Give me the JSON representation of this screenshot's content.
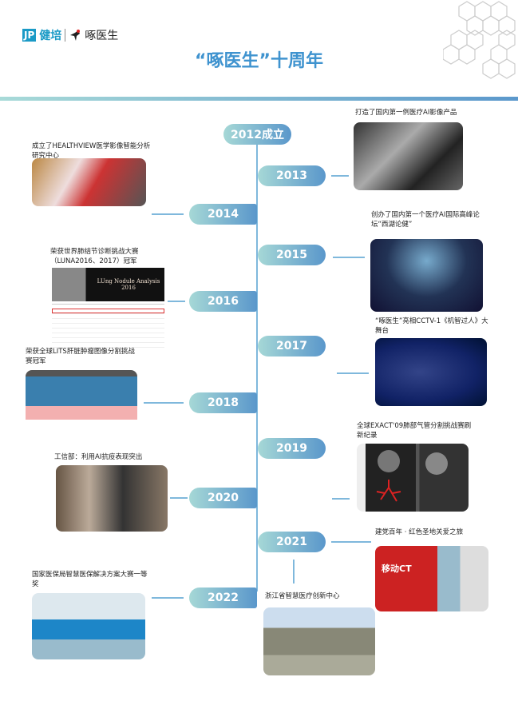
{
  "header": {
    "logo_jp": "JP",
    "logo_brand": "健培",
    "logo_product": "啄医生",
    "title": "“啄医生”十周年"
  },
  "timeline": {
    "start_label": "2012成立",
    "events": [
      {
        "year": "2013",
        "caption": "打造了国内第一例医疗AI影像产品"
      },
      {
        "year": "2014",
        "caption": "成立了HEALTHVIEW医学影像智能分析研究中心"
      },
      {
        "year": "2015",
        "caption": "创办了国内第一个医疗AI国际高峰论坛“西湖论健”"
      },
      {
        "year": "2016",
        "caption": "荣获世界肺结节诊断挑战大赛（LUNA2016、2017）冠军"
      },
      {
        "year": "2017",
        "caption": "“啄医生”亮相CCTV-1《机智过人》大舞台"
      },
      {
        "year": "2018",
        "caption": "荣获全球LITS肝脏肿瘤图像分割挑战赛冠军"
      },
      {
        "year": "2019",
        "caption": "全球EXACT'09肺部气管分割挑战赛刷新纪录"
      },
      {
        "year": "2020",
        "caption": "工信部：利用AI抗疫表现突出"
      },
      {
        "year": "2021",
        "caption": "建党百年 · 红色圣地关爱之旅"
      },
      {
        "year": "2022",
        "caption": "国家医保局智慧医保解决方案大赛一等奖"
      }
    ],
    "extra_caption": "浙江省智慧医疗创新中心",
    "luna_banner": "LUng Nodule Analysis 2016",
    "screen_text": "移动CT"
  },
  "colors": {
    "accent": "#3f93cf",
    "pill_start": "#a6d8d6",
    "pill_end": "#5a97cb"
  }
}
